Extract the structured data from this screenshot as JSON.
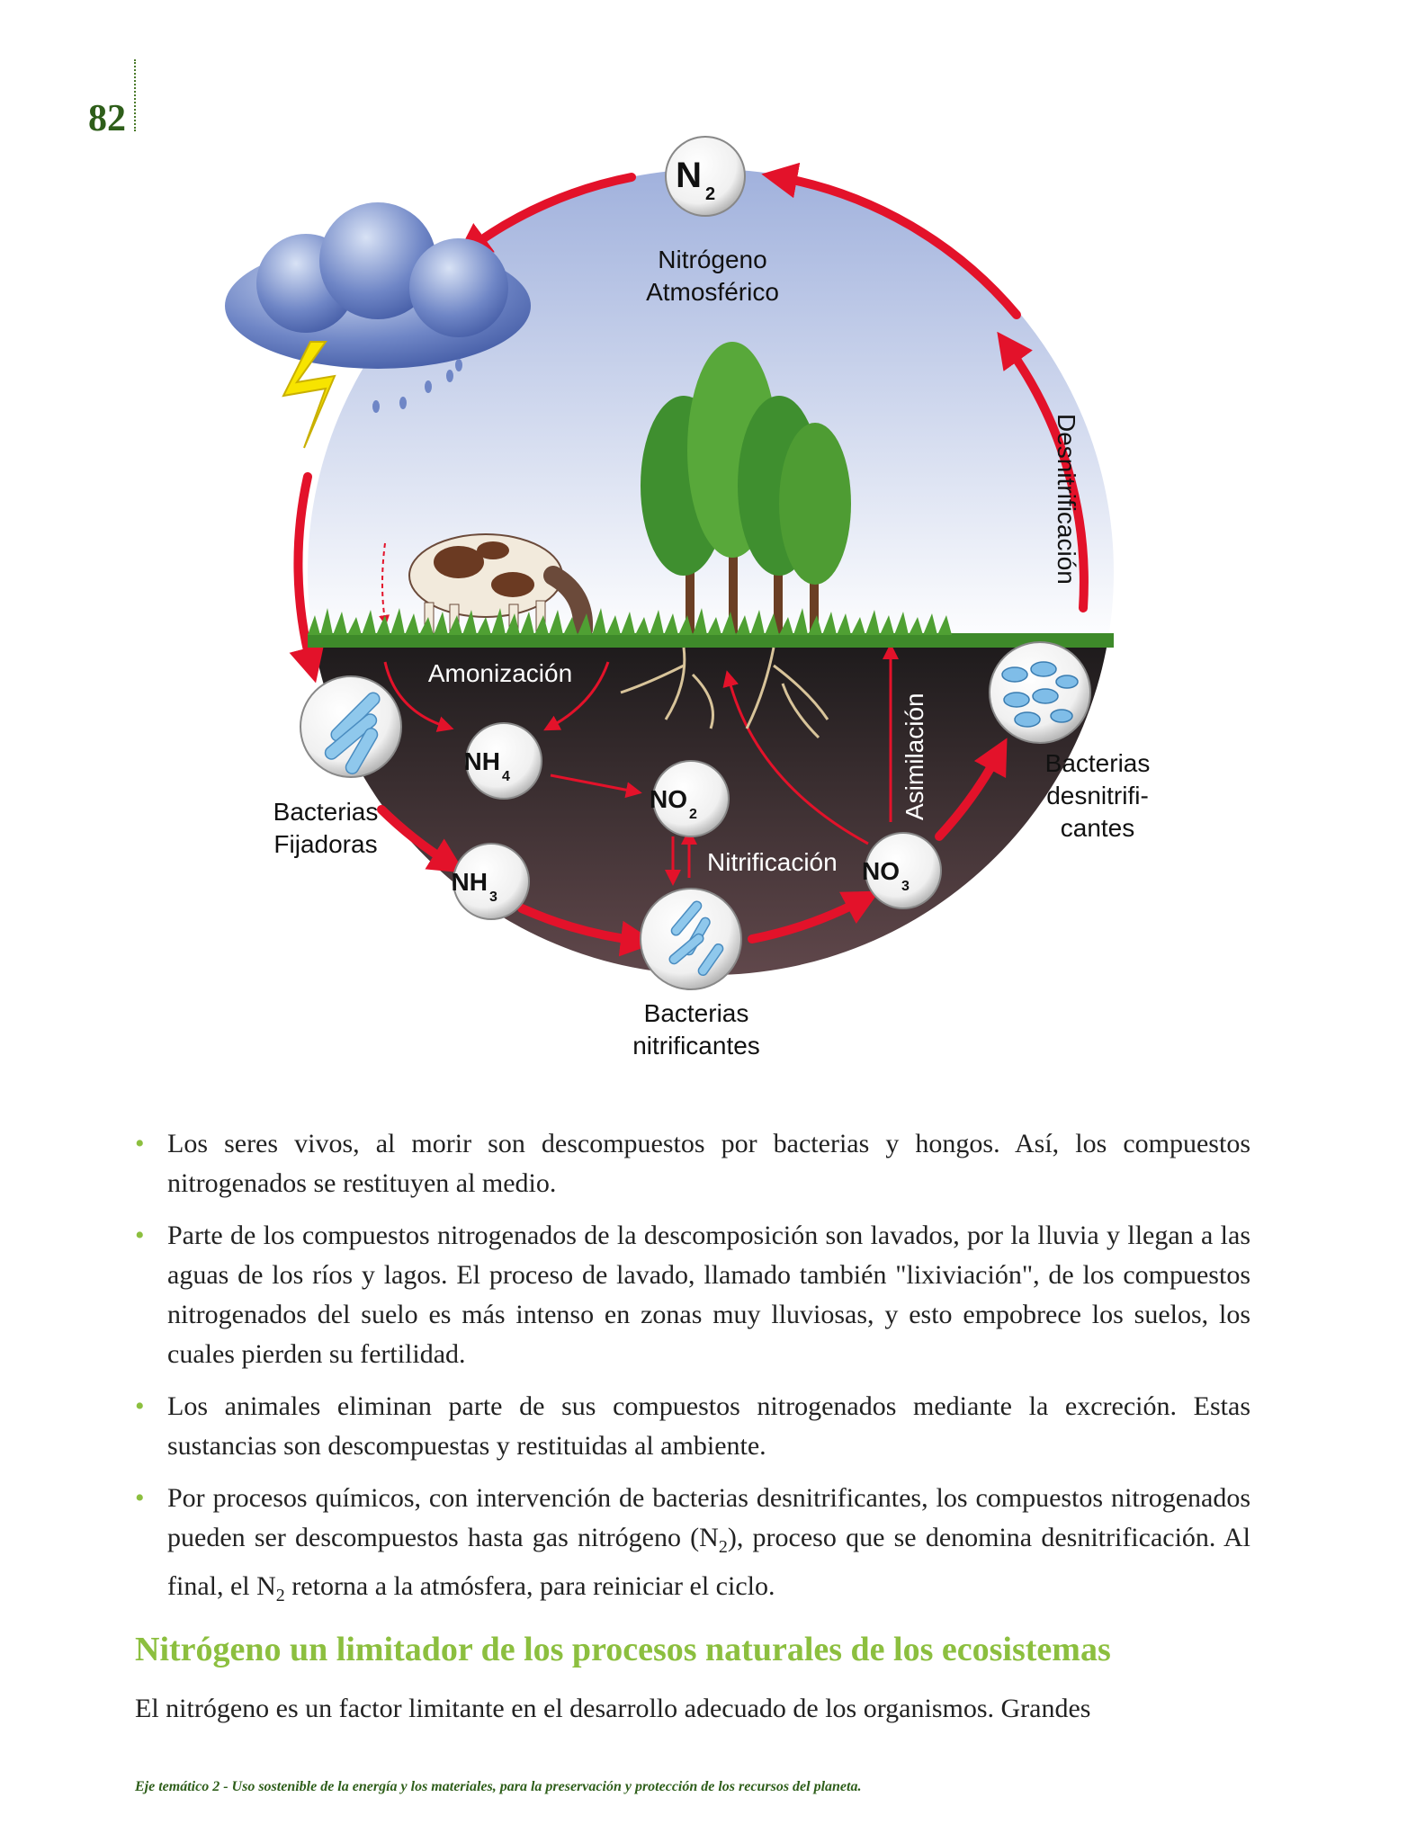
{
  "page_number": "82",
  "diagram": {
    "n2": {
      "main": "N",
      "sub": "2"
    },
    "atmosphere_label": [
      "Nitrógeno",
      "Atmosférico"
    ],
    "desnitrificacion_label": "Desnitrificación",
    "amonizacion_label": "Amonización",
    "asimilacion_label": "Asimilación",
    "nitrificacion_label": "Nitrificación",
    "nh4": {
      "main": "NH",
      "sub": "4"
    },
    "no2": {
      "main": "NO",
      "sub": "2"
    },
    "nh3": {
      "main": "NH",
      "sub": "3"
    },
    "no3": {
      "main": "NO",
      "sub": "3"
    },
    "bacterias_fijadoras": [
      "Bacterias",
      "Fijadoras"
    ],
    "bacterias_nitrificantes": [
      "Bacterias",
      "nitrificantes"
    ],
    "bacterias_desnitrificantes": [
      "Bacterias",
      "desnitrifi-",
      "cantes"
    ],
    "colors": {
      "cycle_arrow": "#e3122a",
      "sky_top": "#9fb0dc",
      "soil": "#3b3336",
      "grass": "#3e8a2a"
    }
  },
  "bullets": [
    {
      "segments": [
        {
          "text": "Los seres vivos, al morir son descompuestos por bacterias y hongos. Así, los compuestos nitrogenados se restituyen al medio."
        }
      ]
    },
    {
      "segments": [
        {
          "text": "Parte de los compuestos nitrogenados de la descomposición son lavados, por la lluvia y llegan a las aguas de los ríos y lagos. El proceso de lavado, llamado también \"lixiviación\", de los compuestos nitrogenados del suelo es más intenso en zonas muy lluviosas, y esto empobrece los suelos, los cuales pierden su fertilidad."
        }
      ]
    },
    {
      "segments": [
        {
          "text": "Los animales eliminan parte de sus compuestos nitrogenados mediante la excreción. Estas sustancias son descompuestas y restituidas al ambiente."
        }
      ]
    },
    {
      "segments": [
        {
          "text": "Por procesos químicos, con intervención de bacterias desnitrificantes, los compuestos nitrogenados pueden ser descompuestos hasta gas nitrógeno (N"
        },
        {
          "text": "2",
          "sub": true
        },
        {
          "text": "), proceso que se denomina desnitrificación. Al final, el N"
        },
        {
          "text": "2",
          "sub": true
        },
        {
          "text": " retorna a la atmósfera, para reiniciar el ciclo."
        }
      ]
    }
  ],
  "section": {
    "heading": "Nitrógeno un limitador de los procesos naturales de los ecosistemas",
    "body": "El nitrógeno es un factor limitante en el desarrollo adecuado de los organismos. Grandes"
  },
  "footer": "Eje temático 2 - Uso sostenible de la energía y los materiales, para la preservación y protección de los recursos del planeta."
}
